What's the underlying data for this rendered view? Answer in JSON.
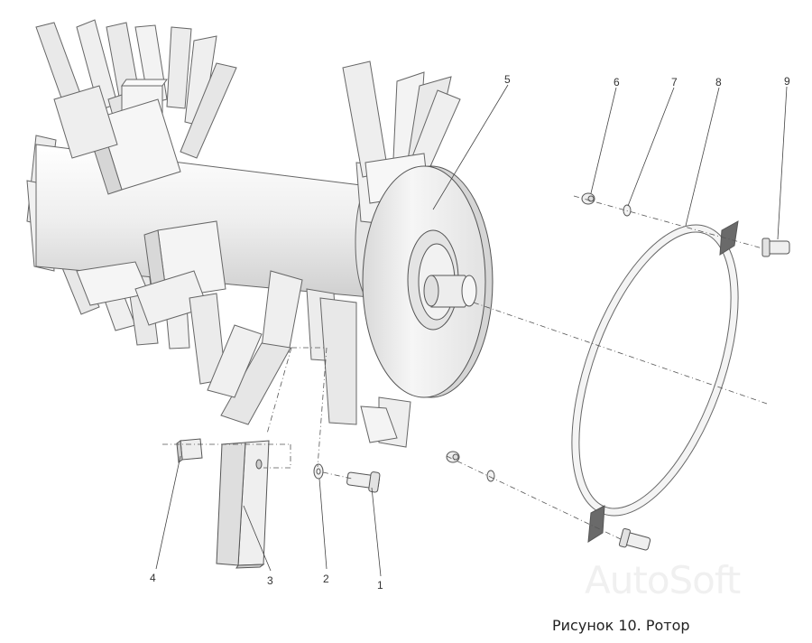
{
  "figure": {
    "caption": "Рисунок 10. Ротор",
    "watermark": "AutoSoft",
    "colors": {
      "part_fill": "#f3f3f3",
      "part_shade": "#dcdcdc",
      "outline": "#555555",
      "leader": "#444444"
    },
    "callouts": [
      {
        "id": "1",
        "label": "1"
      },
      {
        "id": "2",
        "label": "2"
      },
      {
        "id": "3",
        "label": "3"
      },
      {
        "id": "4",
        "label": "4"
      },
      {
        "id": "5",
        "label": "5"
      },
      {
        "id": "6",
        "label": "6"
      },
      {
        "id": "7",
        "label": "7"
      },
      {
        "id": "8",
        "label": "8"
      },
      {
        "id": "9",
        "label": "9"
      }
    ]
  }
}
